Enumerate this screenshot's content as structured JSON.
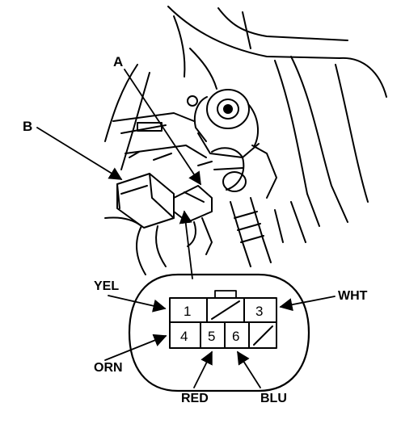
{
  "callouts": {
    "a": "A",
    "b": "B"
  },
  "wires": {
    "yel": "YEL",
    "wht": "WHT",
    "orn": "ORN",
    "red": "RED",
    "blu": "BLU"
  },
  "connector": {
    "pins": [
      "1",
      "3",
      "4",
      "5",
      "6"
    ]
  },
  "colors": {
    "ink": "#000000",
    "paper": "#ffffff"
  }
}
